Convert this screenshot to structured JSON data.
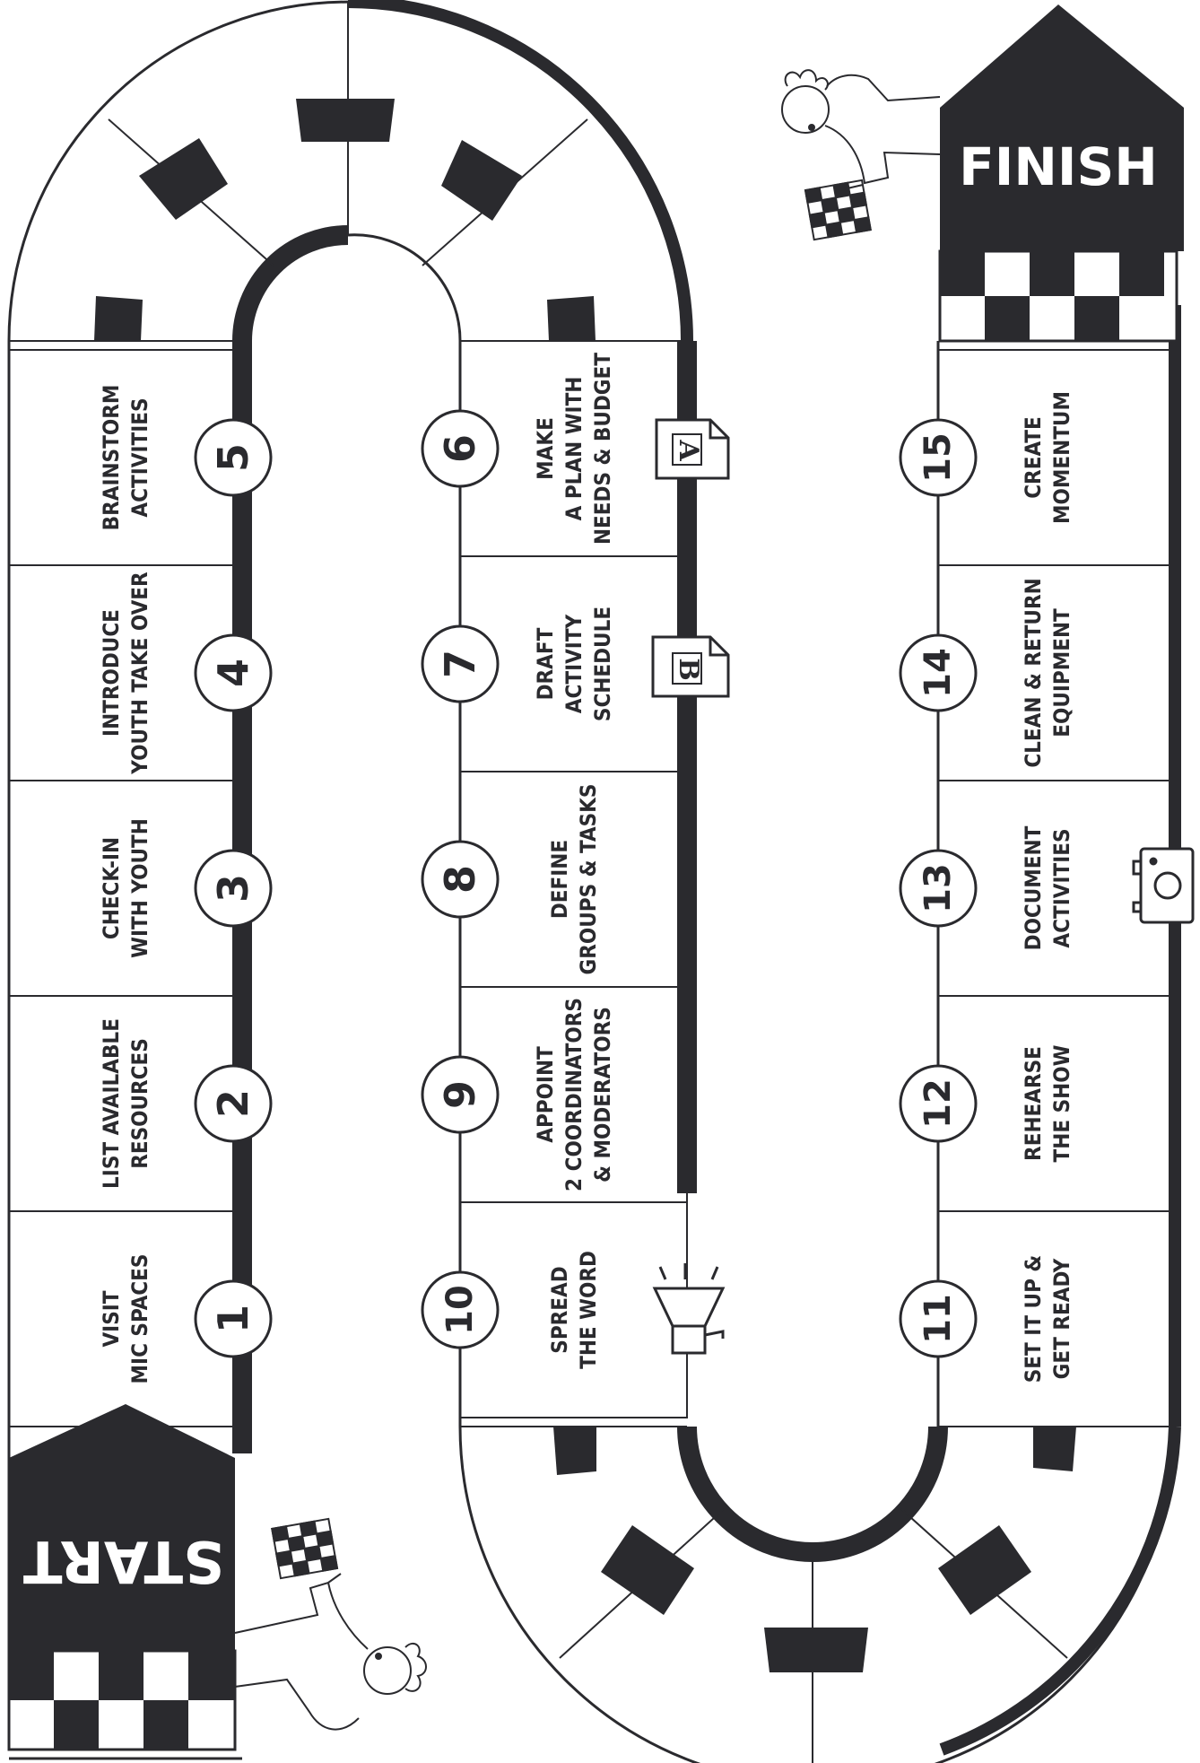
{
  "banners": {
    "start": "START",
    "finish": "FINISH"
  },
  "steps": [
    {
      "number": "1",
      "lines": [
        "VISIT",
        "MIC SPACES"
      ]
    },
    {
      "number": "2",
      "lines": [
        "LIST AVAILABLE",
        "RESOURCES"
      ]
    },
    {
      "number": "3",
      "lines": [
        "CHECK-IN",
        "WITH YOUTH"
      ]
    },
    {
      "number": "4",
      "lines": [
        "INTRODUCE",
        "YOUTH TAKE OVER"
      ]
    },
    {
      "number": "5",
      "lines": [
        "BRAINSTORM",
        "ACTIVITIES"
      ]
    },
    {
      "number": "6",
      "lines": [
        "MAKE",
        "A PLAN WITH",
        "NEEDS & BUDGET"
      ]
    },
    {
      "number": "7",
      "lines": [
        "DRAFT",
        "ACTIVITY",
        "SCHEDULE"
      ]
    },
    {
      "number": "8",
      "lines": [
        "DEFINE",
        "GROUPS & TASKS"
      ]
    },
    {
      "number": "9",
      "lines": [
        "APPOINT",
        "2 COORDINATORS",
        "& MODERATORS"
      ]
    },
    {
      "number": "10",
      "lines": [
        "SPREAD",
        "THE WORD"
      ]
    },
    {
      "number": "11",
      "lines": [
        "SET IT UP &",
        "GET READY"
      ]
    },
    {
      "number": "12",
      "lines": [
        "REHEARSE",
        "THE SHOW"
      ]
    },
    {
      "number": "13",
      "lines": [
        "DOCUMENT",
        "ACTIVITIES"
      ]
    },
    {
      "number": "14",
      "lines": [
        "CLEAN & RETURN",
        "EQUIPMENT"
      ]
    },
    {
      "number": "15",
      "lines": [
        "CREATE",
        "MOMENTUM"
      ]
    }
  ],
  "markers": {
    "document_a": "A",
    "document_b": "B"
  },
  "icons": [
    "document-a-icon",
    "document-b-icon",
    "megaphone-icon",
    "camera-icon",
    "checkered-flag-icon"
  ],
  "colors": {
    "ink": "#2a2a2e",
    "paper": "#ffffff"
  }
}
